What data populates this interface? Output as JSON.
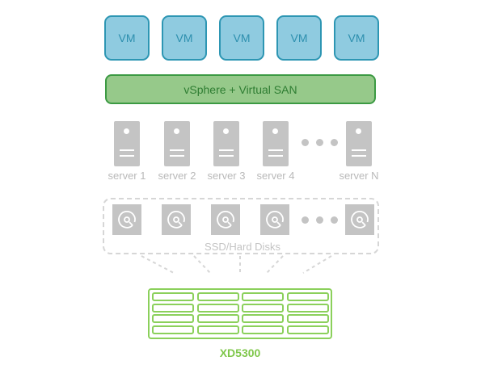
{
  "vms": [
    {
      "label": "VM"
    },
    {
      "label": "VM"
    },
    {
      "label": "VM"
    },
    {
      "label": "VM"
    },
    {
      "label": "VM"
    }
  ],
  "hypervisor": {
    "label": "vSphere + Virtual SAN"
  },
  "servers": [
    {
      "label": "server 1"
    },
    {
      "label": "server 2"
    },
    {
      "label": "server 3"
    },
    {
      "label": "server 4"
    },
    {
      "label": "server N"
    }
  ],
  "disks": {
    "count_shown": 5,
    "label": "SSD/Hard Disks"
  },
  "storage": {
    "label": "XD5300",
    "rows": 4,
    "columns": 4
  },
  "colors": {
    "vm_fill": "#8fcbe0",
    "vm_border": "#2d96b3",
    "hypervisor_fill": "#96c98a",
    "hypervisor_border": "#3c9a43",
    "server_gray": "#c4c4c4",
    "storage_green": "#8bd05b"
  }
}
